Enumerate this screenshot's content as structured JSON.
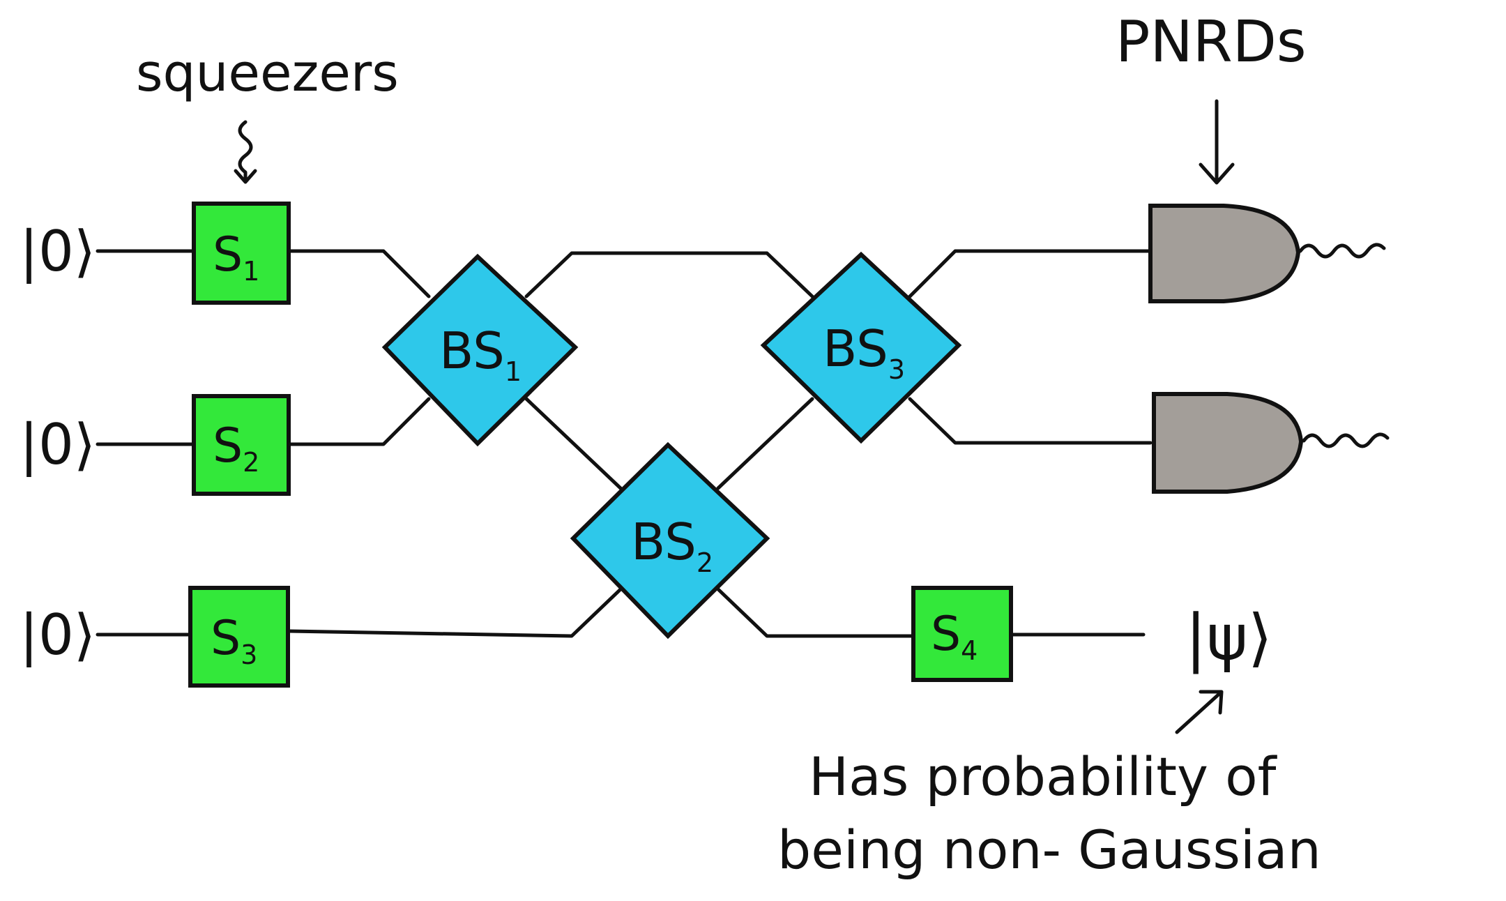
{
  "colors": {
    "squeezer_fill": "#33e83a",
    "beamsplitter_fill": "#2ec8ea",
    "detector_fill": "#a39e99",
    "ink": "#111111",
    "background": "#ffffff"
  },
  "labels": {
    "squeezers_title": "squeezers",
    "pnrds_title": "PNRDs",
    "annotation_line1": "Has probability of",
    "annotation_line2": "being non- Gaussian",
    "input_state": "|0⟩",
    "output_state": "|ψ⟩"
  },
  "squeezers": [
    {
      "main": "S",
      "sub": "1"
    },
    {
      "main": "S",
      "sub": "2"
    },
    {
      "main": "S",
      "sub": "3"
    },
    {
      "main": "S",
      "sub": "4"
    }
  ],
  "beamsplitters": [
    {
      "main": "BS",
      "sub": "1"
    },
    {
      "main": "BS",
      "sub": "2"
    },
    {
      "main": "BS",
      "sub": "3"
    }
  ],
  "detectors": [
    {
      "icon": "detector-icon"
    },
    {
      "icon": "detector-icon"
    }
  ],
  "icons": [
    "squiggle-arrow-icon",
    "down-arrow-icon",
    "pointer-arrow-icon",
    "photon-wave-icon"
  ]
}
